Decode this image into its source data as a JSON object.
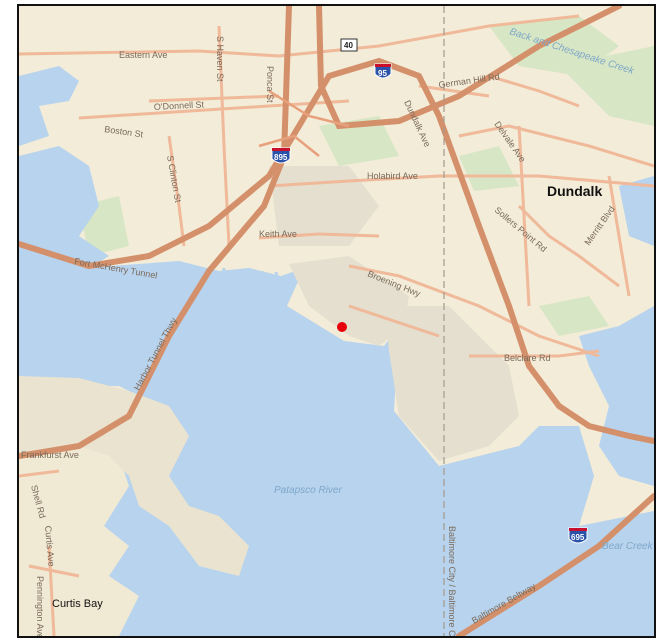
{
  "map": {
    "places": {
      "dundalk": "Dundalk",
      "curtis_bay": "Curtis Bay"
    },
    "water": {
      "patapsco_river": "Patapsco River",
      "bear_creek": "Bear Creek",
      "back_river_creek": "Back and Chesapeake Creek"
    },
    "streets": {
      "eastern_ave": "Eastern Ave",
      "boston_st": "Boston St",
      "odonnell_st": "O'Donnell St",
      "dundalk_ave": "Dundalk Ave",
      "holabird_ave": "Holabird Ave",
      "keith_ave": "Keith Ave",
      "broening_hwy": "Broening Hwy",
      "merritt_blvd": "Merritt Blvd",
      "german_hill_rd": "German Hill Rd",
      "sollers_point_rd": "Sollers Point Rd",
      "delvale_ave": "Delvale Ave",
      "belclare_rd": "Belclare Rd",
      "ft_mchenry_tunnel": "Fort McHenry Tunnel",
      "harbor_tunnel_thwy": "Harbor Tunnel Thwy",
      "s_haven_st": "S Haven St",
      "s_clinton_st": "S Clinton St",
      "ponca_st": "Ponca St",
      "shell_rd": "Shell Rd",
      "curtis_ave": "Curtis Ave",
      "pennington_ave": "Pennington Ave",
      "frankfurst_ave": "Frankfurst Ave",
      "baltimore_beltway": "Baltimore Beltway",
      "county_line": "Baltimore City / Baltimore Co"
    },
    "shields": {
      "i95": "95",
      "i895": "895",
      "i695": "695",
      "us40": "40"
    },
    "marker_color": "#e8000b",
    "colors": {
      "water": "#b7d3ee",
      "land": "#f3ecd8",
      "industrial": "#e4dfcf",
      "park": "#d7e6c4",
      "highway": "#d4906a",
      "arterial": "#efb99a"
    }
  }
}
